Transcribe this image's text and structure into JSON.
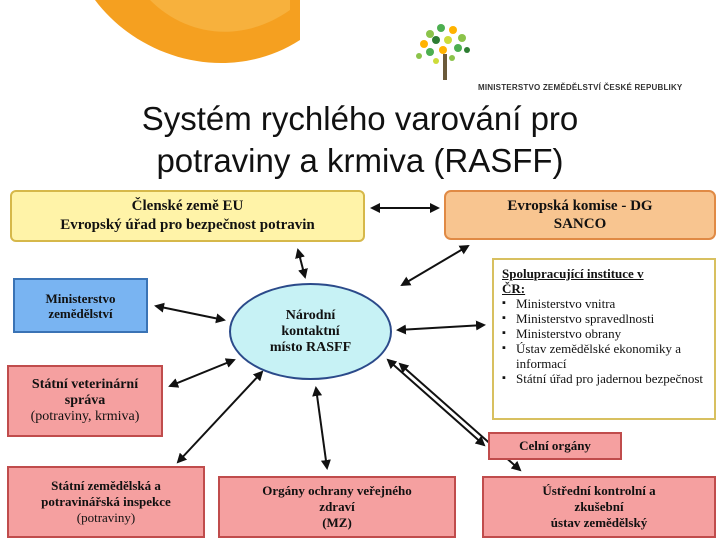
{
  "title": {
    "line1": "Systém rychlého varování pro",
    "line2": "potraviny a krmiva (RASFF)"
  },
  "logo": {
    "text": "MINISTERSTVO ZEMĚDĚLSTVÍ ČESKÉ REPUBLIKY",
    "icon": "tree-logo-icon"
  },
  "decoration": {
    "icon": "orange-leaf-icon",
    "color": "#f5a020"
  },
  "nodes": {
    "eu": {
      "line1": "Členské země EU",
      "line2": "Evropský úřad pro bezpečnost potravin"
    },
    "ec": {
      "line1": "Evropská komise - DG",
      "line2": "SANCO"
    },
    "mz": {
      "line1": "Ministerstvo",
      "line2": "zemědělství"
    },
    "nkm": {
      "line1": "Národní",
      "line2": "kontaktní",
      "line3": "místo RASFF"
    },
    "svs": {
      "line1": "Státní veterinární",
      "line2": "správa",
      "line3": "(potraviny, krmiva)"
    },
    "coop": {
      "header1": "Spolupracující instituce v",
      "header2": "ČR:",
      "items": [
        "Ministerstvo vnitra",
        "Ministerstvo spravedlnosti",
        "Ministerstvo obrany",
        "Ústav zemědělské ekonomiky a informací",
        "Státní úřad pro jadernou bezpečnost"
      ]
    },
    "celni": {
      "line1": "Celní orgány"
    },
    "szpi": {
      "line1": "Státní zemědělská a",
      "line2": "potravinářská inspekce",
      "line3": "(potraviny)"
    },
    "oovz": {
      "line1": "Orgány ochrany veřejného",
      "line2": "zdraví",
      "line3": "(MZ)"
    },
    "ukzuz": {
      "line1": "Ústřední kontrolní a",
      "line2": "zkušební",
      "line3": "ústav zemědělský"
    }
  },
  "colors": {
    "eu_fill": "#fff3a8",
    "ec_fill": "#f8c590",
    "mz_fill": "#79b4f2",
    "nkm_fill": "#c7f2f5",
    "agency_fill": "#f5a0a0",
    "arrow": "#111111"
  }
}
